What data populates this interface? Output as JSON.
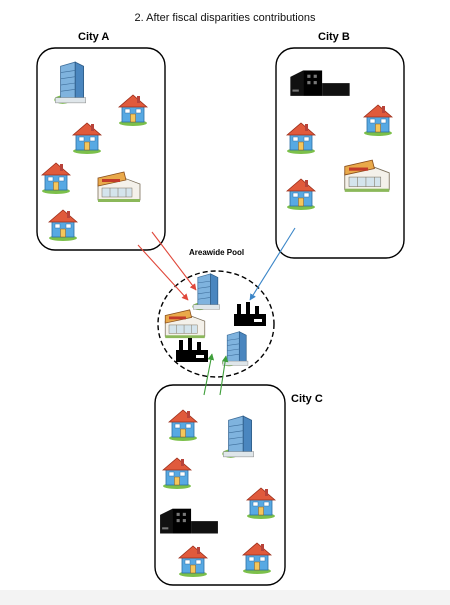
{
  "title": "2. After fiscal disparities contributions",
  "cities": {
    "a": {
      "label": "City A"
    },
    "b": {
      "label": "City B"
    },
    "c": {
      "label": "City C"
    }
  },
  "pool": {
    "label": "Areawide Pool"
  },
  "colors": {
    "flow_a": "#e0473a",
    "flow_b": "#3b86c8",
    "flow_c": "#3e9e3a",
    "house_roof": "#e05a3c",
    "house_wall": "#57a9e3",
    "lawn": "#7cc04a",
    "factory": "#111111"
  },
  "icons": [
    "house-icon",
    "office-building-icon",
    "factory-icon",
    "store-icon"
  ]
}
